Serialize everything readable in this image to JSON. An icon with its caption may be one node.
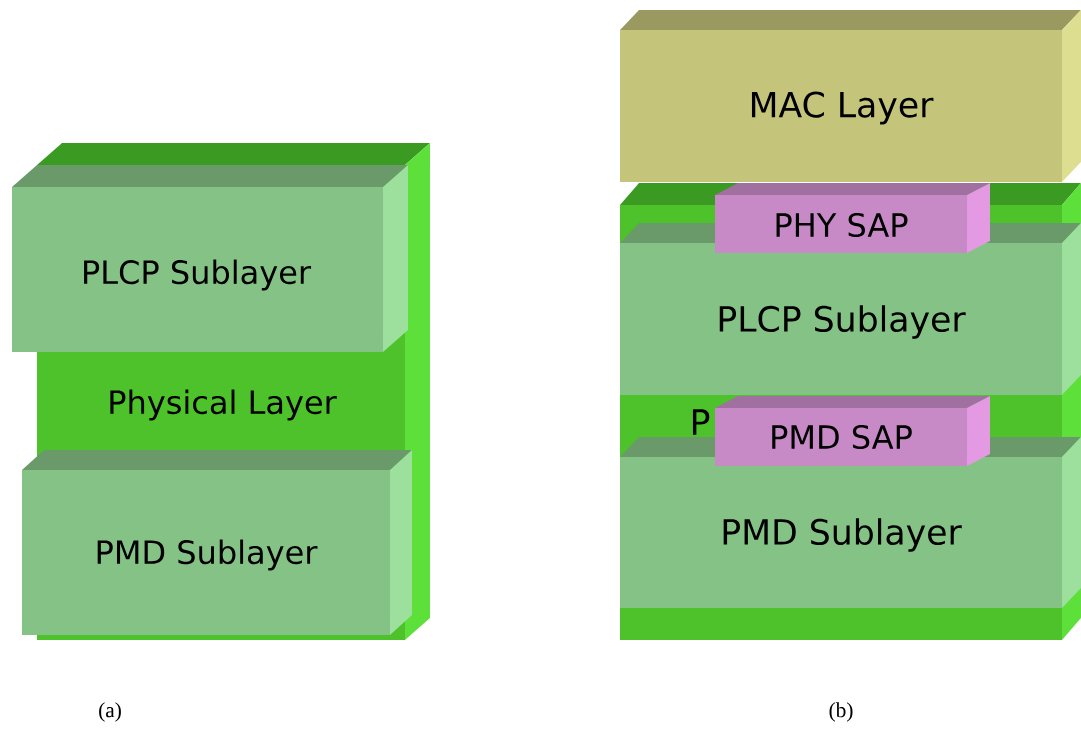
{
  "diagram": {
    "nodes": [
      {
        "text": [
          "Physical Layer"
        ]
      },
      {
        "text": [
          "PLCP Sublayer"
        ]
      },
      {
        "text": [
          "PMD Sublayer"
        ],
        "in": 0
      },
      {
        "text": [
          "MAC Layer"
        ]
      },
      {
        "text": [
          "P"
        ]
      },
      {
        "text": [
          "PHY SAP"
        ]
      },
      {
        "text": [
          "PLCP Sublayer"
        ],
        "in": 4
      },
      {
        "text": [
          "PMD SAP"
        ],
        "in": 4
      },
      {
        "text": [
          "PMD Sublayer"
        ],
        "in": 4
      }
    ],
    "labels": [
      "(a)",
      "(b)"
    ]
  }
}
